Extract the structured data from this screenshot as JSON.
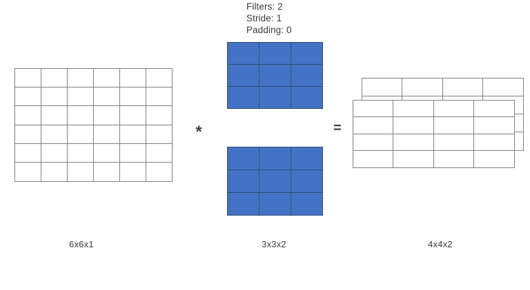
{
  "diagram": {
    "title": "2D convolution of a 6x6x1 input with two 3x3 filters producing a 4x4x2 output",
    "background_color": "#ffffff"
  },
  "hyperparameters": {
    "filters": "Filters: 2",
    "stride": "Stride: 1",
    "padding": "Padding: 0"
  },
  "operators": {
    "convolve": "*",
    "equals": "="
  },
  "captions": {
    "input": "6x6x1",
    "filter": "3x3x2",
    "output": "4x4x2"
  },
  "shapes": {
    "input": {
      "rows": 6,
      "columns": 6,
      "depth": 1,
      "cell_fill": "#ffffff",
      "border_color": "#7f7f7f"
    },
    "filter": {
      "rows": 3,
      "columns": 3,
      "depth": 2,
      "cell_fill": "#4472c4",
      "border_color": "#2f4f77"
    },
    "output": {
      "rows": 4,
      "columns": 4,
      "depth": 2,
      "cell_fill": "#ffffff",
      "border_color": "#808080"
    }
  }
}
